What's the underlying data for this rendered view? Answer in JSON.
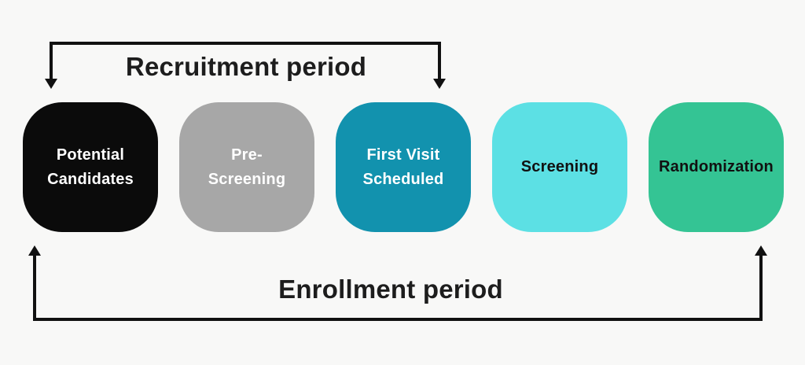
{
  "background_color": "#f8f8f7",
  "line_color": "#111111",
  "brackets": {
    "recruitment": {
      "label": "Recruitment period",
      "spans_stages": "Potential Candidates to First Visit Scheduled"
    },
    "enrollment": {
      "label": "Enrollment period",
      "spans_stages": "Potential Candidates to Randomization"
    }
  },
  "stages": [
    {
      "label": "Potential\nCandidates",
      "bg": "#0b0b0b",
      "text_color": "#ffffff"
    },
    {
      "label": "Pre-\nScreening",
      "bg": "#a7a7a7",
      "text_color": "#ffffff"
    },
    {
      "label": "First Visit\nScheduled",
      "bg": "#1292ae",
      "text_color": "#ffffff"
    },
    {
      "label": "Screening",
      "bg": "#5ce0e4",
      "text_color": "#111111"
    },
    {
      "label": "Randomization",
      "bg": "#34c494",
      "text_color": "#111111"
    }
  ]
}
